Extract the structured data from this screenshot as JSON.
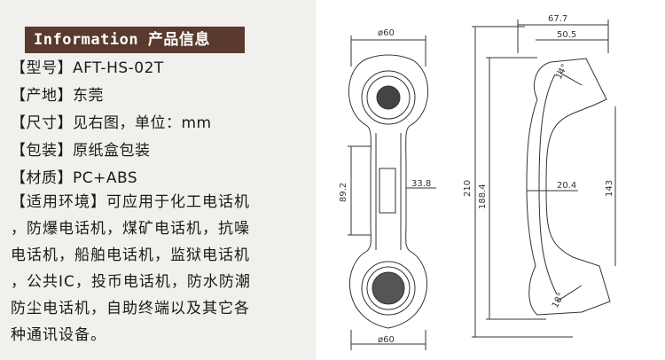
{
  "header": {
    "title": "Information 产品信息"
  },
  "specs": [
    {
      "label": "【型号】",
      "value": "AFT-HS-02T"
    },
    {
      "label": "【产地】",
      "value": "东莞"
    },
    {
      "label": "【尺寸】",
      "value": "见右图，单位：mm"
    },
    {
      "label": "【包装】",
      "value": "原纸盒包装"
    },
    {
      "label": "【材质】",
      "value": "PC+ABS"
    }
  ],
  "environment": {
    "label": "【适用环境】",
    "lines": [
      "可应用于化工电话机",
      "，防爆电话机，煤矿电话机，抗噪",
      "电话机，船舶电话机，监狱电话机",
      "，公共IC，投币电话机，防水防潮",
      "防尘电话机，自助终端以及其它各",
      "种通讯设备。"
    ]
  },
  "drawing": {
    "front": {
      "top_diameter": "ø60",
      "bottom_diameter": "ø60",
      "neck_width": "33.8",
      "slot_height": "89.2"
    },
    "side": {
      "overall_width": "67.7",
      "upper_width": "50.5",
      "overall_height": "210",
      "body_height": "188.4",
      "neck_depth": "20.4",
      "inner_height": "143",
      "top_angle": "14°",
      "bottom_angle": "18°"
    }
  }
}
